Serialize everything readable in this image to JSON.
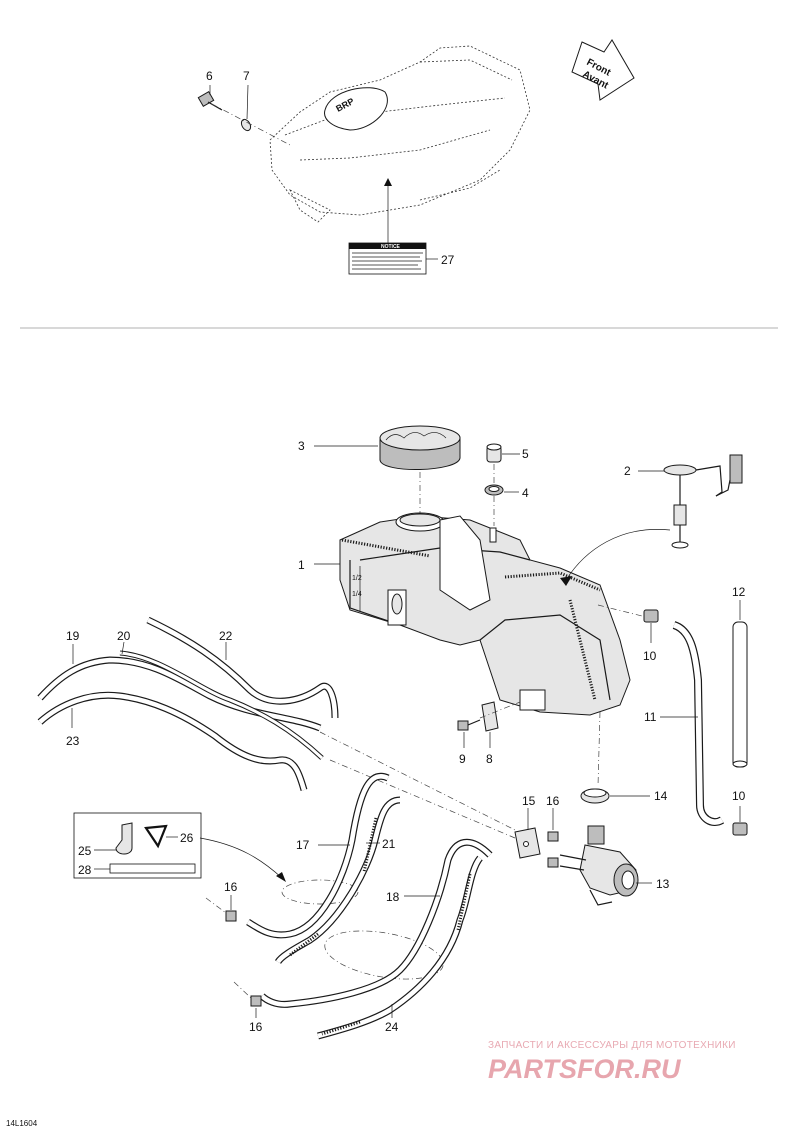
{
  "direction_arrow": {
    "line1": "Front",
    "line2": "Avant"
  },
  "decal": {
    "heading": "NOTICE"
  },
  "callouts": {
    "c1": "1",
    "c2": "2",
    "c3": "3",
    "c4": "4",
    "c5": "5",
    "c6": "6",
    "c7": "7",
    "c8": "8",
    "c9": "9",
    "c10a": "10",
    "c10b": "10",
    "c11": "11",
    "c12": "12",
    "c13": "13",
    "c14": "14",
    "c15": "15",
    "c16a": "16",
    "c16b": "16",
    "c16c": "16",
    "c17": "17",
    "c18": "18",
    "c19": "19",
    "c20": "20",
    "c21": "21",
    "c22": "22",
    "c23": "23",
    "c24": "24",
    "c25": "25",
    "c26": "26",
    "c27": "27",
    "c28": "28"
  },
  "diagram_code": "14L1604",
  "watermark": {
    "line1": "ЗАПЧАСТИ И АКСЕССУАРЫ ДЛЯ МОТОТЕХНИКИ",
    "line2": "PARTSFOR.RU"
  }
}
